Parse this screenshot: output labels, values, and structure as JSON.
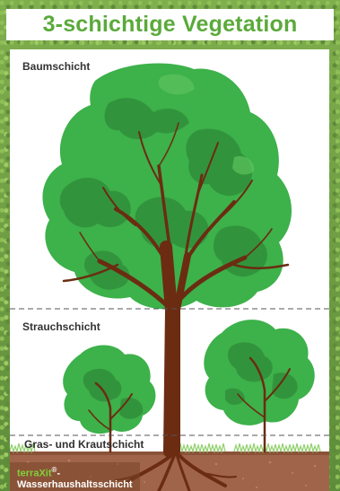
{
  "title": "3-schichtige Vegetation",
  "layers": {
    "tree": "Baumschicht",
    "shrub": "Strauchschicht",
    "grass": "Gras- und Krautschicht",
    "water_brand": "terraXit",
    "water_brand_registered": "®",
    "water_brand_dash": "-",
    "water_layer": "Wasserhaushaltsschicht"
  },
  "colors": {
    "title_green": "#5aaa3a",
    "foliage_light": "#3db14a",
    "foliage_dark": "#2f8f3a",
    "trunk": "#6b2c12",
    "soil": "#a0644a",
    "dash_line": "#555555"
  },
  "icons": [
    "tree-illustration",
    "shrub-illustration",
    "grass-illustration",
    "soil-illustration"
  ]
}
